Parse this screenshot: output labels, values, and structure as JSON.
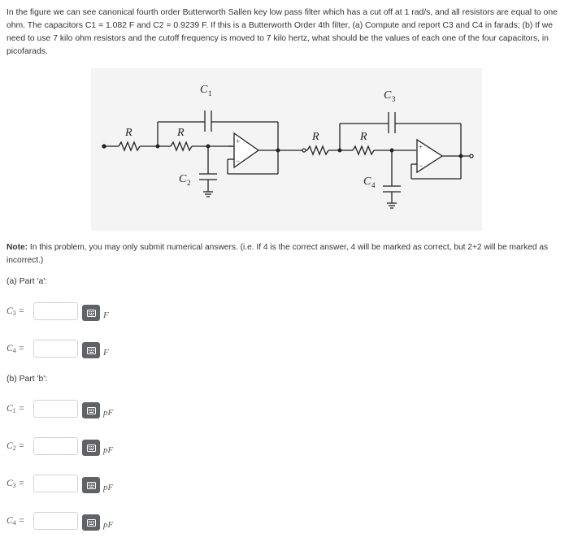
{
  "question": {
    "text": "In the figure we can see canonical fourth order Butterworth Sallen key low pass filter which has a cut off at 1 rad/s, and all resistors are equal to one ohm. The capacitors C1 = 1.082 F and C2 = 0.9239 F. If this is a Butterworth Order 4th filter, (a) Compute and report C3 and C4 in farads; (b) If we need to use 7 kilo ohm resistors and the cutoff frequency is moved to 7 kilo hertz, what should be the values of each one of the four capacitors, in picofarads."
  },
  "figure": {
    "labels": {
      "R": "R",
      "C1": "C",
      "C1_sub": "1",
      "C2": "C",
      "C2_sub": "2",
      "C3": "C",
      "C3_sub": "3",
      "C4": "C",
      "C4_sub": "4",
      "plus": "+",
      "minus": "−"
    }
  },
  "note": {
    "bold": "Note:",
    "text": " In this problem, you may only submit numerical answers. (i.e. If 4 is the correct answer, 4 will be marked as correct, but 2+2 will be marked as incorrect.)"
  },
  "part_a": {
    "label": "(a) Part 'a':",
    "fields": [
      {
        "var": "C",
        "sub": "3",
        "eq": " =",
        "value": "",
        "unit": "F"
      },
      {
        "var": "C",
        "sub": "4",
        "eq": " =",
        "value": "",
        "unit": "F"
      }
    ]
  },
  "part_b": {
    "label": "(b) Part 'b':",
    "fields": [
      {
        "var": "C",
        "sub": "1",
        "eq": " =",
        "value": "",
        "unit": "pF"
      },
      {
        "var": "C",
        "sub": "2",
        "eq": " =",
        "value": "",
        "unit": "pF"
      },
      {
        "var": "C",
        "sub": "3",
        "eq": " =",
        "value": "",
        "unit": "pF"
      },
      {
        "var": "C",
        "sub": "4",
        "eq": " =",
        "value": "",
        "unit": "pF"
      }
    ]
  },
  "icons": {
    "keyboard_button": "keyboard-icon"
  }
}
